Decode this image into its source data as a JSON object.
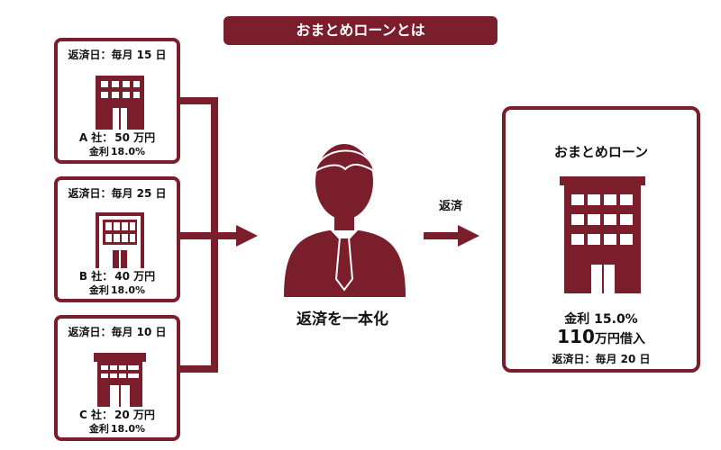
{
  "title": "おまとめローンとは",
  "companies": [
    {
      "due": "返済日：毎月 15 日",
      "amount_prefix": "A 社：",
      "amount": "50 万円",
      "rate_label": "金利",
      "rate": "18.0%",
      "building_icon": "office-building-grid-icon"
    },
    {
      "due": "返済日：毎月 25 日",
      "amount_prefix": "B 社：",
      "amount": "40 万円",
      "rate_label": "金利",
      "rate": "18.0%",
      "building_icon": "office-building-framed-icon"
    },
    {
      "due": "返済日：毎月 10 日",
      "amount_prefix": "C 社：",
      "amount": "20 万円",
      "rate_label": "金利",
      "rate": "18.0%",
      "building_icon": "department-store-icon"
    }
  ],
  "center": {
    "label": "返済を一本化",
    "icon": "businessman-icon"
  },
  "repay_arrow_label": "返済",
  "consolidated": {
    "name": "おまとめローン",
    "rate_label": "金利",
    "rate": "15.0%",
    "amount_num": "110",
    "amount_unit": "万円借入",
    "due": "返済日：毎月 20 日",
    "icon": "tall-office-building-icon"
  },
  "colors": {
    "accent": "#7b1e2b"
  }
}
